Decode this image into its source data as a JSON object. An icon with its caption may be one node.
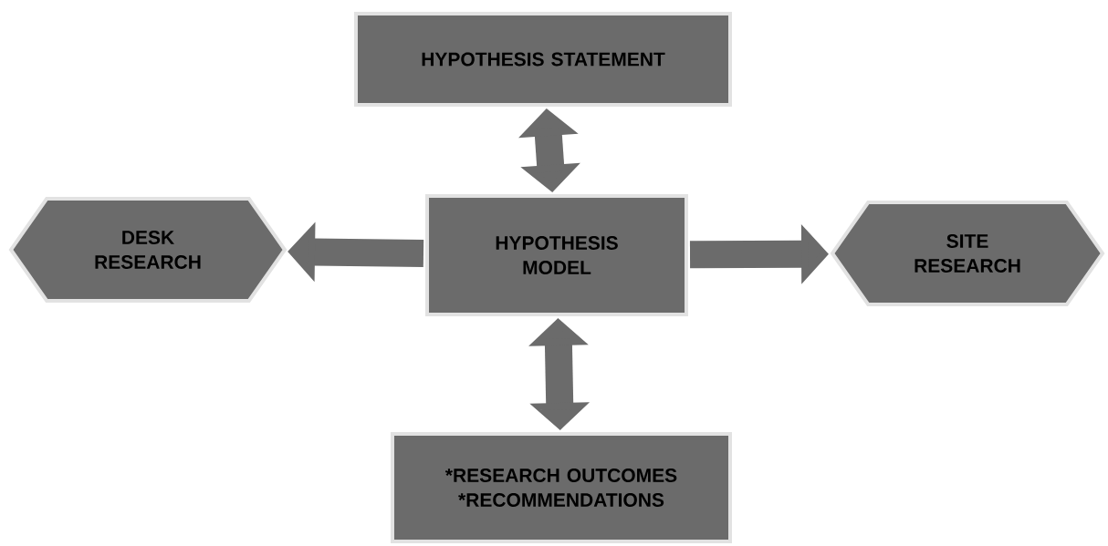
{
  "diagram": {
    "nodes": [
      {
        "text": [
          "HYPOTHESIS STATEMENT"
        ]
      },
      {
        "text": [
          "DESK RESEARCH"
        ]
      },
      {
        "text": [
          "HYPOTHESIS MODEL"
        ]
      },
      {
        "text": [
          "SITE RESEARCH"
        ]
      },
      {
        "text": [
          "*RESEARCH OUTCOMES",
          "*RECOMMENDATIONS"
        ]
      }
    ],
    "edges": [
      {
        "from": 0,
        "to": 2,
        "arrow": "both"
      },
      {
        "from": 2,
        "to": 1,
        "arrow": "to"
      },
      {
        "from": 2,
        "to": 3,
        "arrow": "to"
      },
      {
        "from": 2,
        "to": 4,
        "arrow": "both"
      }
    ]
  }
}
